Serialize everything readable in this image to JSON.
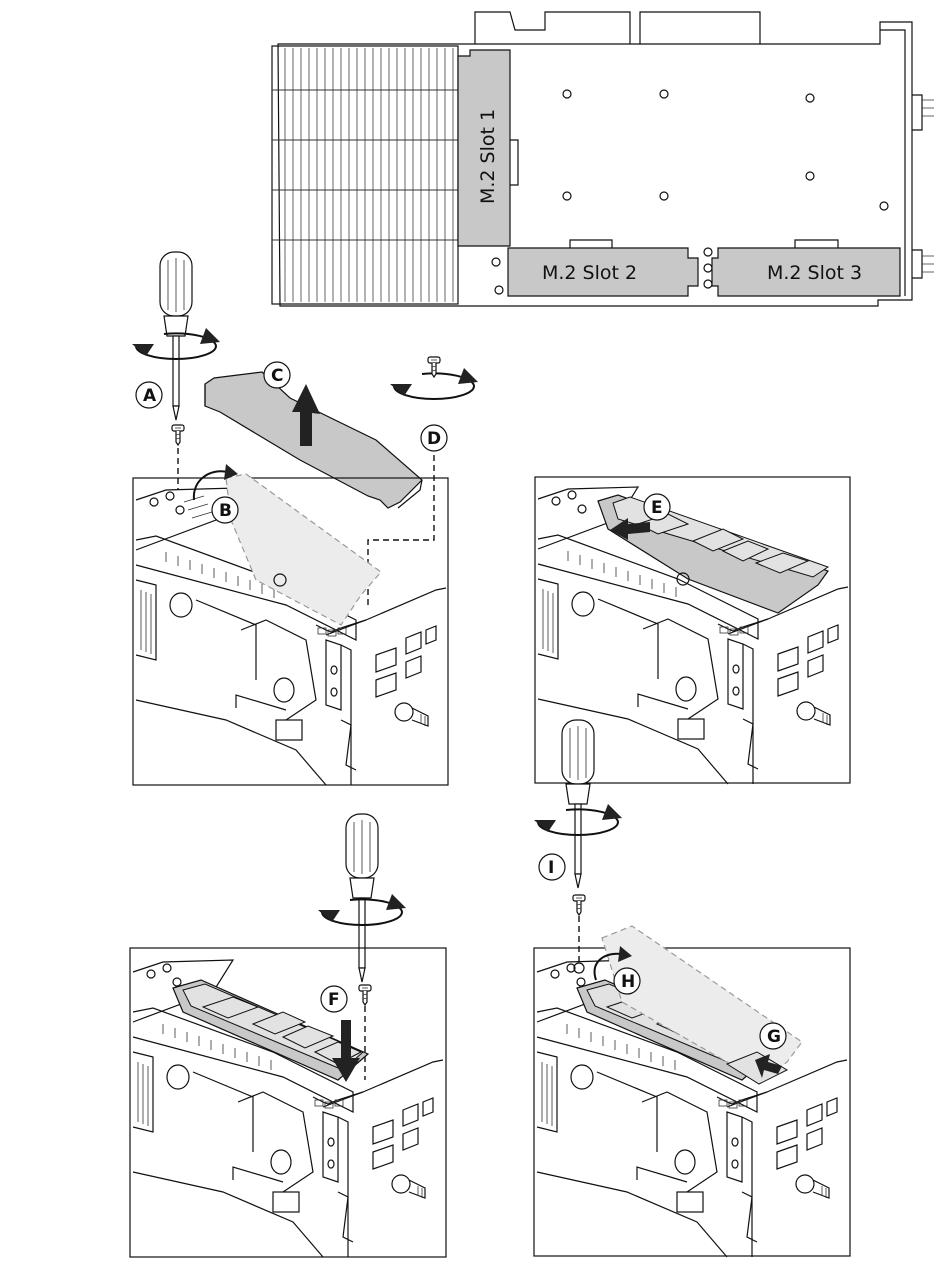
{
  "slots": {
    "slot1": "M.2 Slot 1",
    "slot2": "M.2 Slot 2",
    "slot3": "M.2 Slot 3"
  },
  "callouts": {
    "a": "A",
    "b": "B",
    "c": "C",
    "d": "D",
    "e": "E",
    "f": "F",
    "g": "G",
    "h": "H",
    "i": "I"
  },
  "icons": [
    "screwdriver-icon",
    "screw-icon",
    "rotation-arrow-icon",
    "lift-arrow-icon",
    "push-arrow-icon"
  ],
  "colors": {
    "line": "#111111",
    "slot_fill": "#c8c8c8",
    "ghost_fill": "#ececec"
  }
}
